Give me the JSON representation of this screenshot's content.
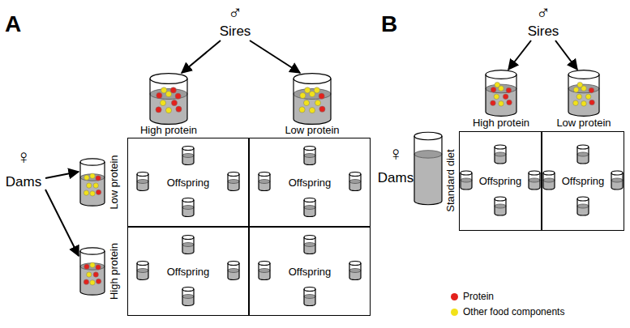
{
  "diagram": {
    "nodes": [
      {
        "text": [
          "Offspring"
        ]
      },
      {
        "text": [
          "Offspring"
        ]
      },
      {
        "text": [
          "Offspring"
        ]
      },
      {
        "text": [
          "Offspring"
        ]
      },
      {
        "text": [
          "Offspring"
        ]
      },
      {
        "text": [
          "Offspring"
        ]
      }
    ],
    "labels": [
      "A",
      "♂",
      "Sires",
      "High protein",
      "Low protein",
      "♀",
      "Dams",
      "Low protein",
      "High protein",
      "B",
      "♂",
      "Sires",
      "High protein",
      "Low protein",
      "♀",
      "Dams",
      "Standard diet"
    ],
    "legend": [
      {
        "text": "Protein",
        "color": "#e3211c"
      },
      {
        "text": "Other food components",
        "color": "#f2e21a"
      }
    ]
  }
}
